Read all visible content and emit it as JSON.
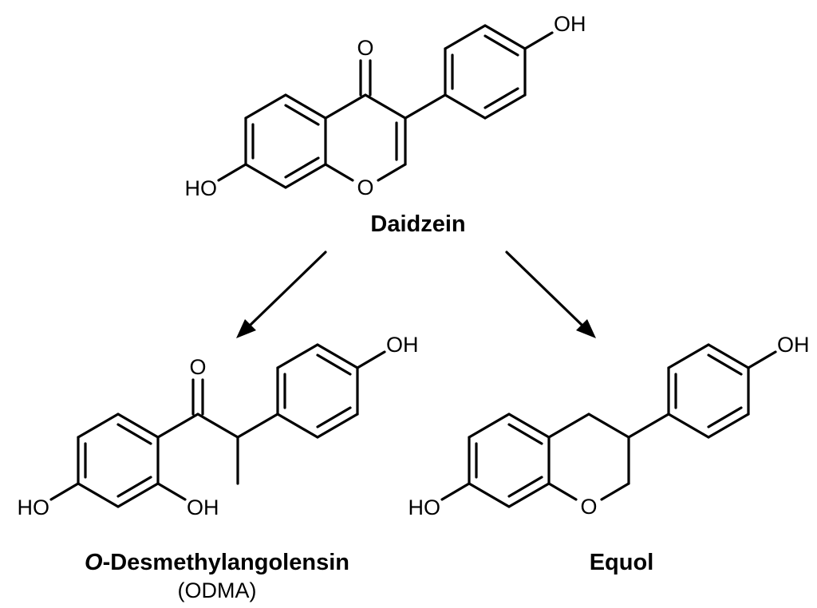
{
  "diagram": {
    "atom_labels": {
      "hydroxyl_right": "OH",
      "hydroxyl_left": "HO",
      "oxygen": "O"
    },
    "compounds": {
      "daidzein": {
        "name": "Daidzein"
      },
      "odma": {
        "name_prefix": "O",
        "name_rest": "-Desmethylangolensin",
        "abbreviation": "(ODMA)"
      },
      "equol": {
        "name": "Equol"
      }
    }
  }
}
